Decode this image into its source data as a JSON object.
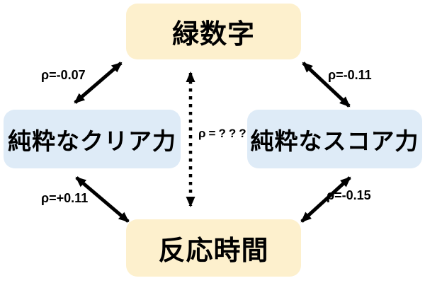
{
  "diagram": {
    "background": "#FFFFFF",
    "edge_color": "#000000",
    "text_color": "#000000",
    "nodes": {
      "green_number": {
        "label": "緑数字",
        "fill": "#FDF0CD"
      },
      "pure_clear_power": {
        "label": "純粋なクリア力",
        "fill": "#DEEBF7"
      },
      "pure_score_power": {
        "label": "純粋なスコア力",
        "fill": "#DEEBF7"
      },
      "reaction_time": {
        "label": "反応時間",
        "fill": "#FDF0CD"
      }
    },
    "edges": {
      "clear_green": {
        "from": "pure_clear_power",
        "to": "green_number",
        "label": "ρ=-0.07",
        "line": "solid",
        "arrows": "both"
      },
      "green_score": {
        "from": "green_number",
        "to": "pure_score_power",
        "label": "ρ=-0.11",
        "line": "solid",
        "arrows": "both"
      },
      "clear_reaction": {
        "from": "pure_clear_power",
        "to": "reaction_time",
        "label": "ρ=+0.11",
        "line": "solid",
        "arrows": "both"
      },
      "score_reaction": {
        "from": "pure_score_power",
        "to": "reaction_time",
        "label": "ρ=-0.15",
        "line": "solid",
        "arrows": "both"
      },
      "green_reaction": {
        "from": "green_number",
        "to": "reaction_time",
        "label": "ρ=???",
        "line": "dotted",
        "arrows": "both"
      }
    }
  }
}
